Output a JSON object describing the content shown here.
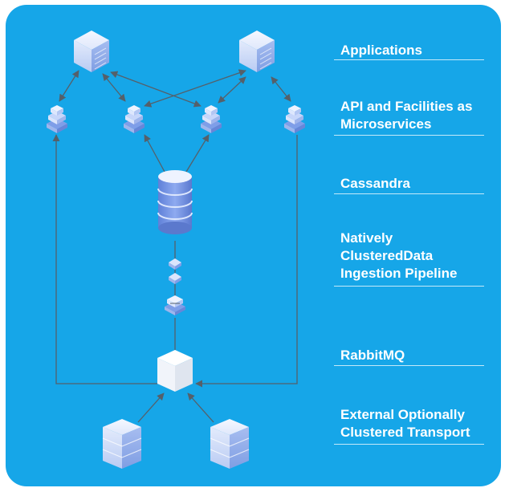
{
  "layers": [
    {
      "label": "Applications"
    },
    {
      "label": "API and Facilities as Microservices"
    },
    {
      "label": "Cassandra"
    },
    {
      "label": "Natively ClusteredData Ingestion Pipeline"
    },
    {
      "label": "RabbitMQ"
    },
    {
      "label": "External Optionally Clustered Transport"
    }
  ],
  "colors": {
    "panel": "#16a6e8",
    "arrow": "#55606a",
    "label_text": "#ffffff",
    "server_front": "#dde6fb",
    "server_side": "#9fb5e8",
    "database_body": "#7f9ee8",
    "rabbitmq_cube": "#f4f7fc"
  }
}
